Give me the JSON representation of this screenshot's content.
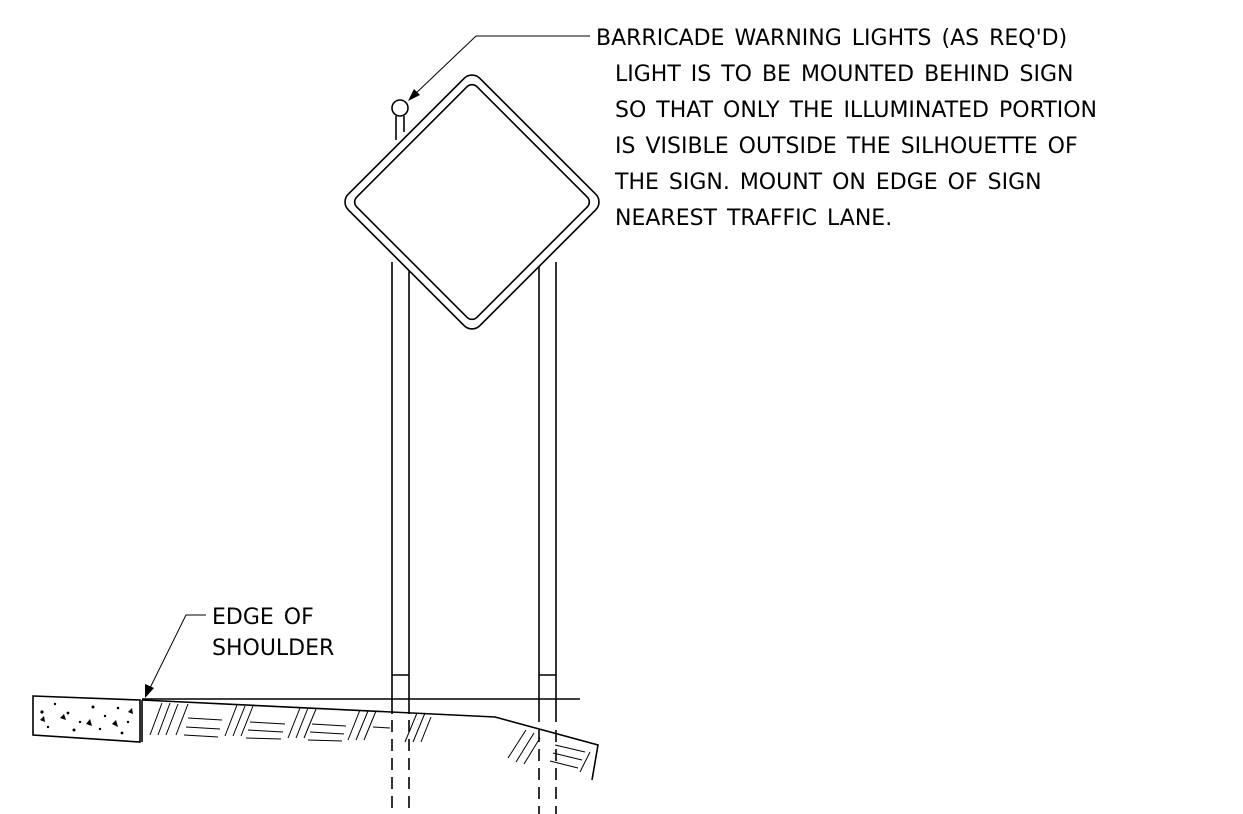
{
  "callouts": {
    "warning_light_note": [
      "BARRICADE WARNING LIGHTS (AS REQ'D)",
      "LIGHT IS TO BE MOUNTED BEHIND SIGN",
      "SO THAT ONLY THE ILLUMINATED PORTION",
      "IS VISIBLE OUTSIDE THE SILHOUETTE OF",
      "THE SIGN. MOUNT ON EDGE OF SIGN",
      "NEAREST TRAFFIC LANE."
    ],
    "shoulder_note": [
      "EDGE OF",
      "SHOULDER"
    ]
  },
  "colors": {
    "ink": "#000000",
    "paper": "#ffffff"
  }
}
